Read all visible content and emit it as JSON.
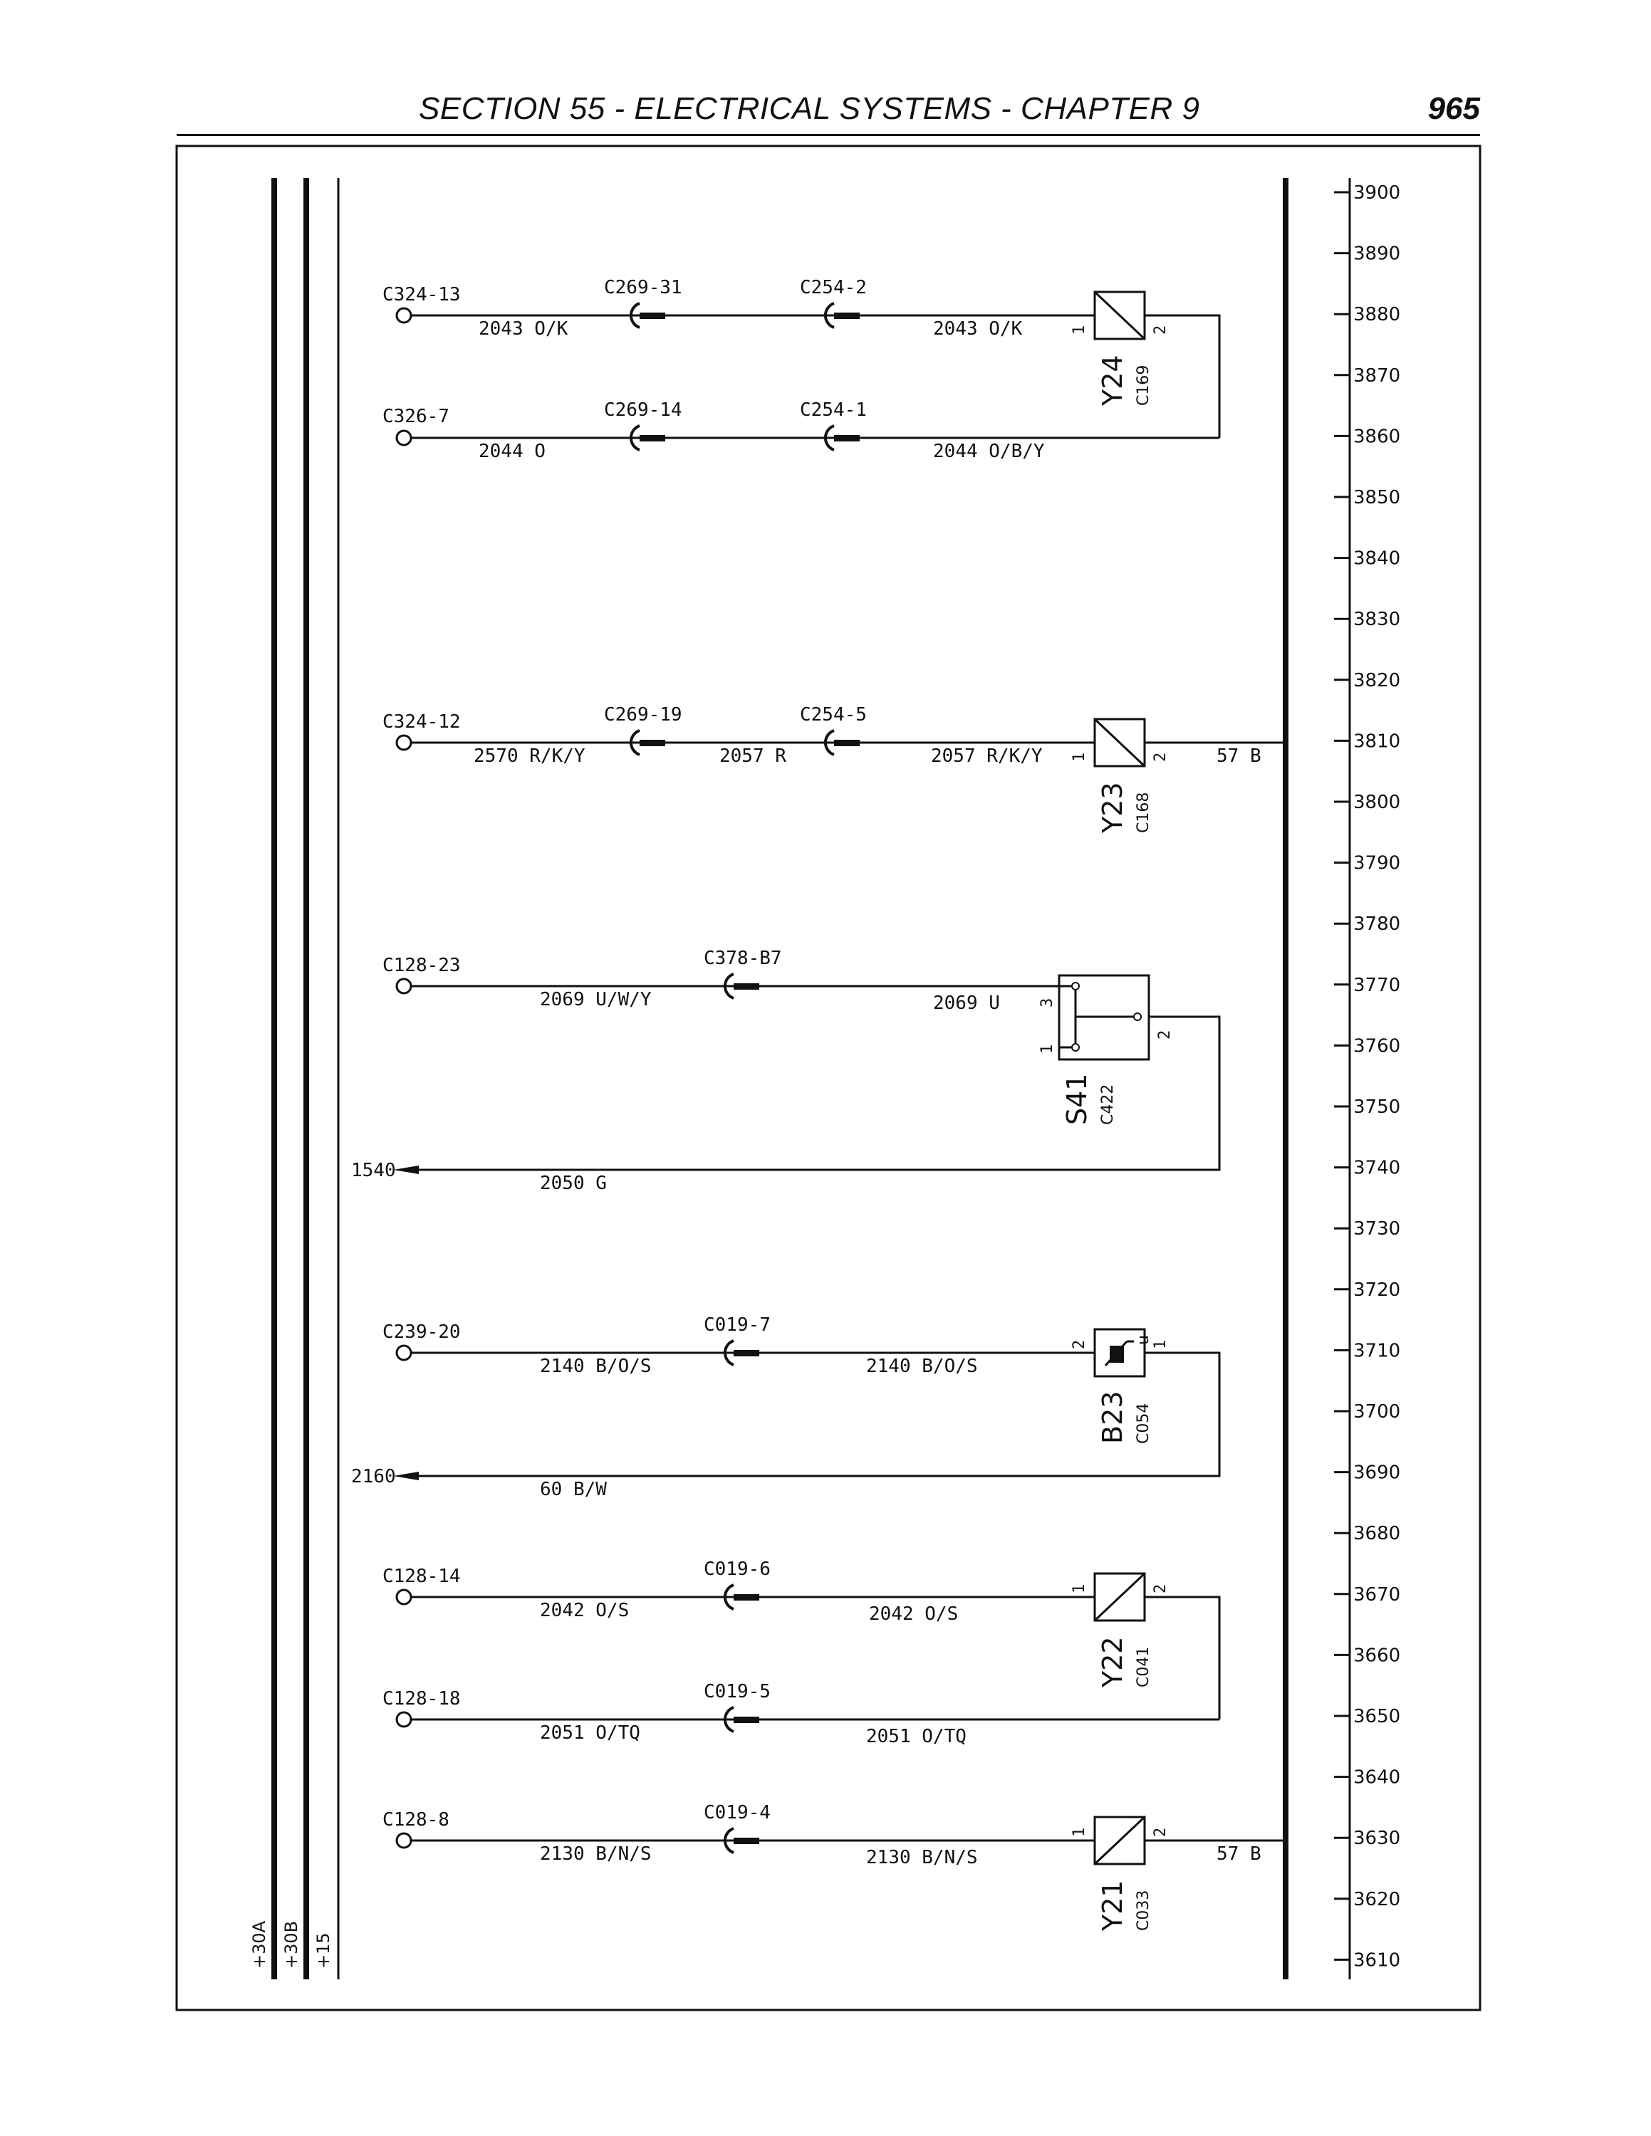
{
  "header": {
    "title": "SECTION 55 - ELECTRICAL SYSTEMS - CHAPTER 9",
    "page_number": "965"
  },
  "rails": {
    "r30a": "+30A",
    "r30b": "+30B",
    "r15": "+15"
  },
  "scale": [
    "3900",
    "3890",
    "3880",
    "3870",
    "3860",
    "3850",
    "3840",
    "3830",
    "3820",
    "3810",
    "3800",
    "3790",
    "3780",
    "3770",
    "3760",
    "3750",
    "3740",
    "3730",
    "3720",
    "3710",
    "3700",
    "3690",
    "3680",
    "3670",
    "3660",
    "3650",
    "3640",
    "3630",
    "3620",
    "3610"
  ],
  "circuits": {
    "y24": {
      "comp": "Y24",
      "conn": "C169",
      "pin1": "1",
      "pin2": "2",
      "a_src": "C324-13",
      "a_c1": "C269-31",
      "a_c2": "C254-2",
      "a_w1": "2043 O/K",
      "a_w2": "2043 O/K",
      "b_src": "C326-7",
      "b_c1": "C269-14",
      "b_c2": "C254-1",
      "b_w1": "2044 O",
      "b_w2": "2044 O/B/Y"
    },
    "y23": {
      "comp": "Y23",
      "conn": "C168",
      "pin1": "1",
      "pin2": "2",
      "src": "C324-12",
      "c1": "C269-19",
      "c2": "C254-5",
      "w1": "2570 R/K/Y",
      "w2": "2057 R",
      "w3": "2057 R/K/Y",
      "ground": "57 B"
    },
    "s41": {
      "comp": "S41",
      "conn": "C422",
      "pin1": "1",
      "pin2": "2",
      "pin3": "3",
      "src": "C128-23",
      "c1": "C378-B7",
      "w1": "2069 U/W/Y",
      "w2": "2069 U",
      "ret_dest": "1540",
      "ret_wire": "2050 G"
    },
    "b23": {
      "comp": "B23",
      "conn": "C054",
      "pin1": "1",
      "pin2": "2",
      "symbol": "n",
      "src": "C239-20",
      "c1": "C019-7",
      "w1": "2140 B/O/S",
      "w2": "2140 B/O/S",
      "ret_dest": "2160",
      "ret_wire": "60 B/W"
    },
    "y22": {
      "comp": "Y22",
      "conn": "C041",
      "pin1": "1",
      "pin2": "2",
      "a_src": "C128-14",
      "a_c1": "C019-6",
      "a_w1": "2042 O/S",
      "a_w2": "2042 O/S",
      "b_src": "C128-18",
      "b_c1": "C019-5",
      "b_w1": "2051 O/TQ",
      "b_w2": "2051 O/TQ"
    },
    "y21": {
      "comp": "Y21",
      "conn": "C033",
      "pin1": "1",
      "pin2": "2",
      "src": "C128-8",
      "c1": "C019-4",
      "w1": "2130 B/N/S",
      "w2": "2130 B/N/S",
      "ground": "57 B"
    }
  }
}
